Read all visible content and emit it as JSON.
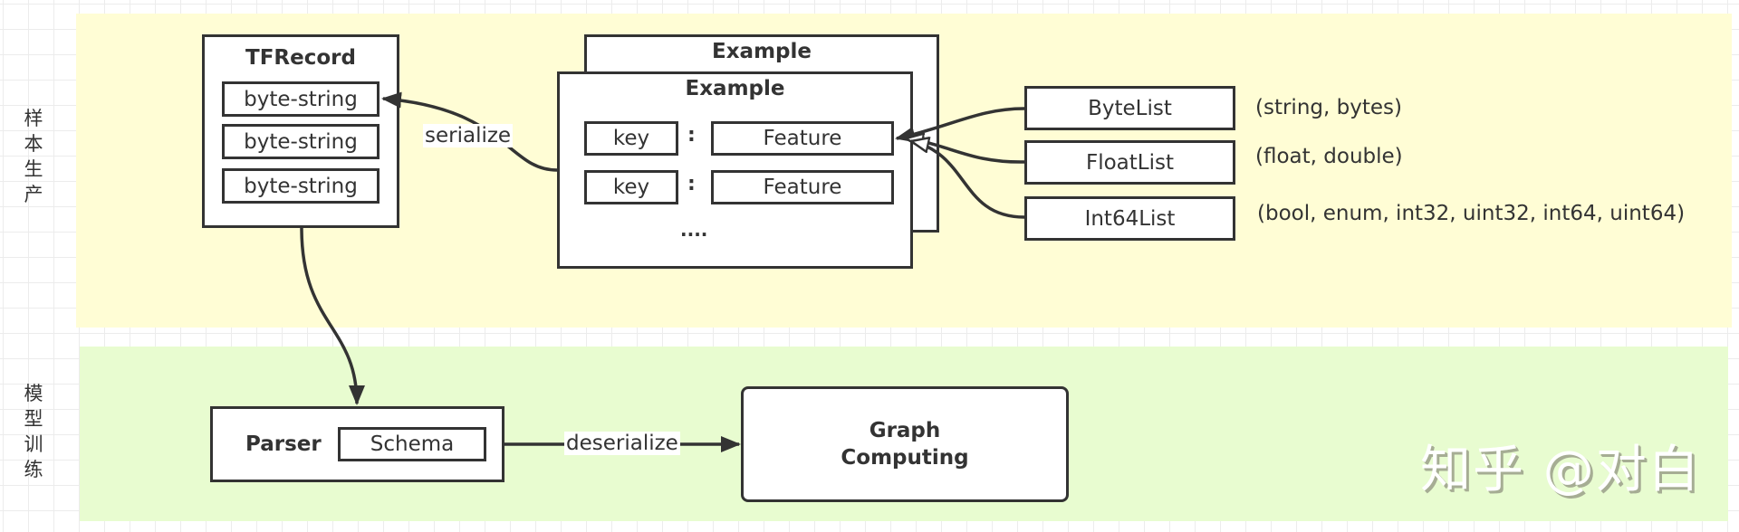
{
  "lanes": [
    {
      "label": "样本生产",
      "color": "#fffdd5"
    },
    {
      "label": "模型训练",
      "color": "#e8fcd0"
    }
  ],
  "tfrecord": {
    "title": "TFRecord",
    "items": [
      "byte-string",
      "byte-string",
      "byte-string"
    ]
  },
  "example_back": {
    "title": "Example"
  },
  "example_front": {
    "title": "Example",
    "rows": [
      {
        "key": "key",
        "sep": ":",
        "value": "Feature"
      },
      {
        "key": "key",
        "sep": ":",
        "value": "Feature"
      }
    ],
    "ellipsis": "...."
  },
  "feature_lists": [
    {
      "name": "ByteList",
      "types": "(string, bytes)"
    },
    {
      "name": "FloatList",
      "types": "(float, double)"
    },
    {
      "name": "Int64List",
      "types": "(bool, enum, int32, uint32, int64, uint64)"
    }
  ],
  "edges": {
    "serialize": "serialize",
    "deserialize": "deserialize"
  },
  "parser": {
    "title": "Parser",
    "schema": "Schema"
  },
  "graph": {
    "line1": "Graph",
    "line2": "Computing"
  },
  "watermark": "知乎 @对白"
}
